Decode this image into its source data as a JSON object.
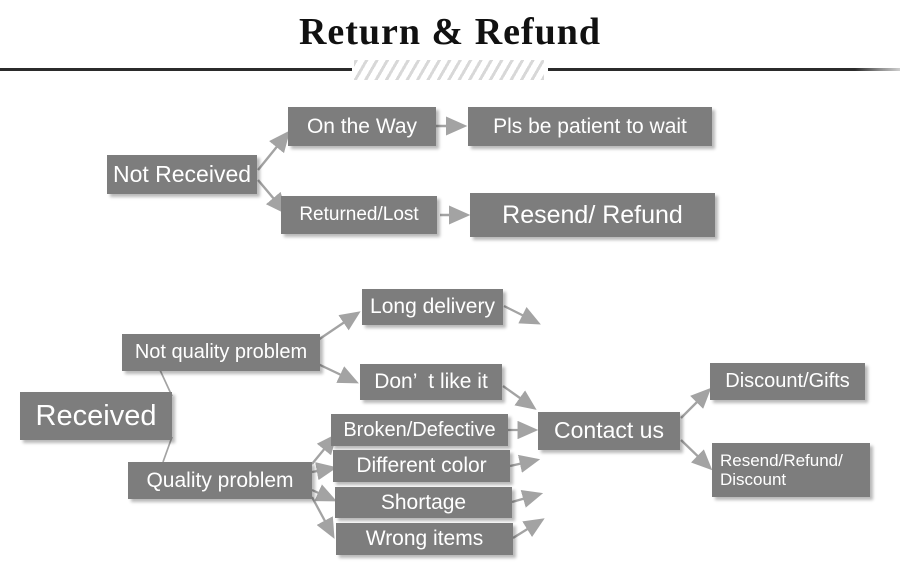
{
  "header": {
    "title": "Return & Refund",
    "divider_hatch": "diagonal-hatch-ornament"
  },
  "colors": {
    "box_fill": "#7d7d7d",
    "box_text": "#ffffff",
    "arrow": "#a0a0a0",
    "rule": "#2b2b2b",
    "hatch": "#d8d8d8",
    "background": "#ffffff"
  },
  "flow": {
    "not_received": {
      "label": "Not Received",
      "branches": [
        {
          "label": "On the Way",
          "result": "Pls be patient to wait"
        },
        {
          "label": "Returned/Lost",
          "result": "Resend/ Refund"
        }
      ]
    },
    "received": {
      "label": "Received",
      "categories": [
        {
          "label": "Not quality problem",
          "reasons": [
            "Long delivery",
            "Don’  t like it"
          ]
        },
        {
          "label": "Quality problem",
          "reasons": [
            "Broken/Defective",
            "Different color",
            "Shortage",
            "Wrong items"
          ]
        }
      ],
      "action": "Contact us",
      "outcomes": [
        "Discount/Gifts",
        "Resend/Refund/\nDiscount"
      ]
    }
  },
  "nodes": {
    "not_received": "Not Received",
    "on_the_way": "On the Way",
    "pls_be_patient": "Pls be patient to wait",
    "returned_lost": "Returned/Lost",
    "resend_refund": "Resend/ Refund",
    "received": "Received",
    "not_quality_problem": "Not quality problem",
    "quality_problem": "Quality problem",
    "long_delivery": "Long delivery",
    "dont_like_it": "Don’  t like it",
    "broken_defective": "Broken/Defective",
    "different_color": "Different color",
    "shortage": "Shortage",
    "wrong_items": "Wrong items",
    "contact_us": "Contact us",
    "discount_gifts": "Discount/Gifts",
    "resend_refund_discount": "Resend/Refund/\nDiscount"
  }
}
